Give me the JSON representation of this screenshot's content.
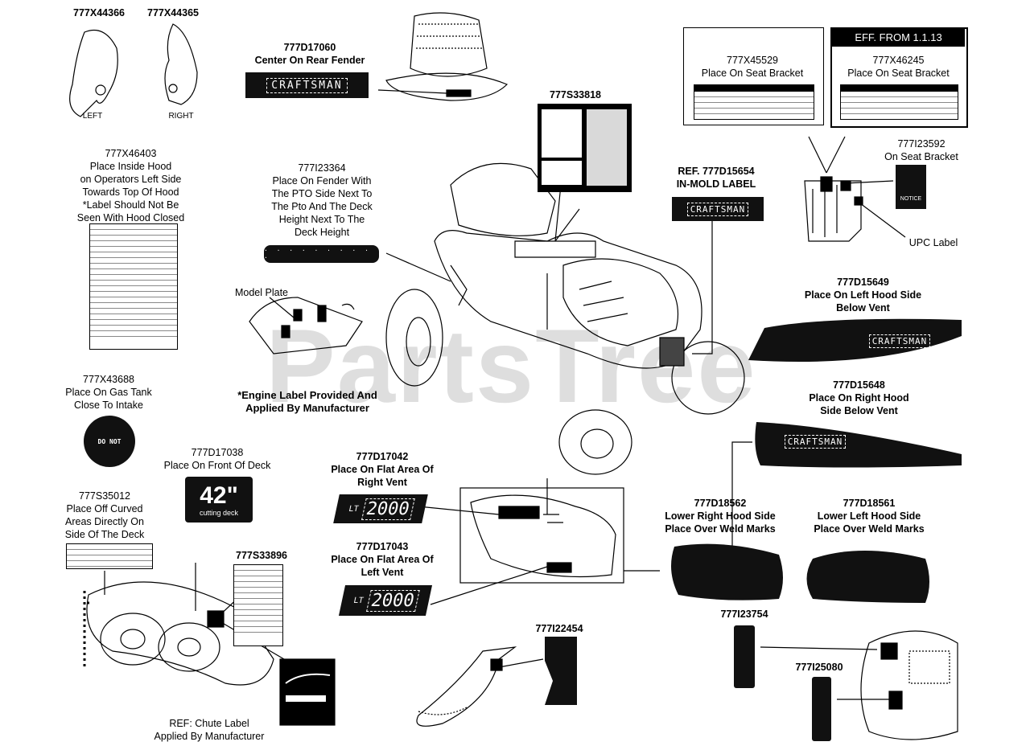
{
  "watermark": "PartsTree",
  "parts": {
    "p1": {
      "num": "777X44366",
      "text": "LEFT"
    },
    "p2": {
      "num": "777X44365",
      "text": "RIGHT"
    },
    "p3": {
      "num": "777D17060",
      "text": "Center On Rear Fender"
    },
    "p4": {
      "num": "777S33818"
    },
    "p5": {
      "num": "777X45529",
      "text": "Place On Seat Bracket"
    },
    "p6": {
      "num": "777X46245",
      "text": "Place On Seat Bracket",
      "banner": "EFF. FROM 1.1.13"
    },
    "p7": {
      "num": "777I23592",
      "text": "On Seat Bracket"
    },
    "p8": {
      "num": "777X46403",
      "text": "Place Inside Hood\non Operators Left Side\nTowards Top Of Hood\n*Label Should Not Be\nSeen With Hood Closed"
    },
    "p9": {
      "num": "777I23364",
      "text": "Place On Fender With\nThe PTO Side Next To\nThe Pto And The Deck\nHeight Next To The\nDeck Height"
    },
    "p10": {
      "num": "REF. 777D15654",
      "text": "IN-MOLD LABEL"
    },
    "p11": {
      "text": "UPC Label"
    },
    "p12": {
      "num": "777D15649",
      "text": "Place On Left Hood Side\nBelow Vent"
    },
    "p13": {
      "text": "Model Plate"
    },
    "p14": {
      "text": "*Engine Label Provided And\nApplied By Manufacturer"
    },
    "p15": {
      "num": "777D15648",
      "text": "Place On Right Hood\nSide Below Vent"
    },
    "p16": {
      "num": "777X43688",
      "text": "Place On Gas Tank\nClose To Intake"
    },
    "p17": {
      "num": "777D17038",
      "text": "Place On Front Of Deck"
    },
    "p18": {
      "num": "777D17042",
      "text": "Place On Flat Area Of\nRight Vent"
    },
    "p19": {
      "num": "777D18562",
      "text": "Lower Right Hood Side\nPlace Over Weld Marks"
    },
    "p20": {
      "num": "777D18561",
      "text": "Lower Left Hood Side\nPlace Over Weld Marks"
    },
    "p21": {
      "num": "777S35012",
      "text": "Place Off Curved\nAreas Directly On\nSide Of The Deck"
    },
    "p22": {
      "num": "777S33896"
    },
    "p23": {
      "num": "777D17043",
      "text": "Place On Flat Area Of\nLeft Vent"
    },
    "p24": {
      "num": "777I22454"
    },
    "p25": {
      "num": "777I23754"
    },
    "p26": {
      "num": "777I25080"
    },
    "p27": {
      "text": "REF: Chute Label\nApplied By Manufacturer"
    }
  },
  "decals": {
    "brand": "CRAFTSMAN",
    "deck_size": "42\"",
    "deck_sub": "cutting deck",
    "model_right": "2000",
    "model_left": "2000",
    "prefix_right": "LT",
    "prefix_left": "LT",
    "notice": "NOTICE",
    "do_not": "DO NOT"
  }
}
